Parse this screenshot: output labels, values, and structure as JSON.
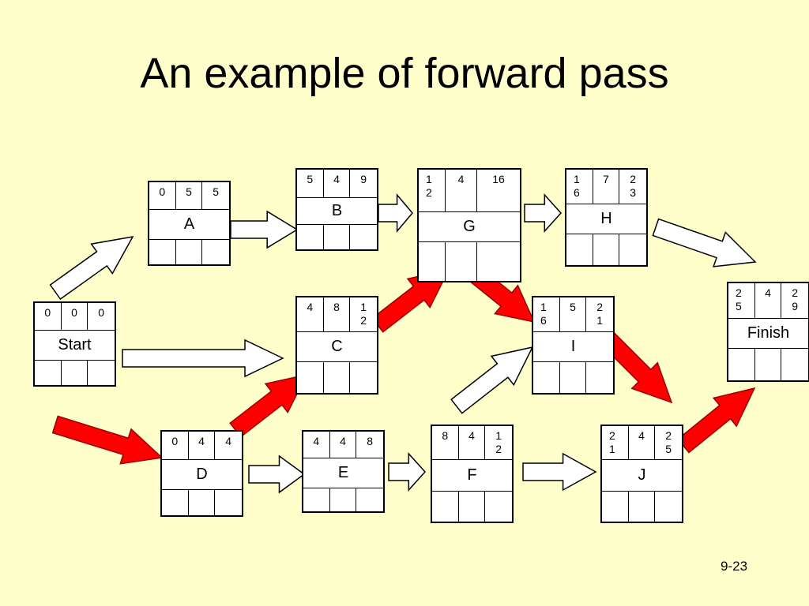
{
  "title": "An example of forward pass",
  "page_number": "9-23",
  "colors": {
    "background": "#ffffcc",
    "critical": "#ff0000",
    "normal": "#ffffff"
  },
  "nodes": [
    {
      "id": "start",
      "label": "Start",
      "es": "0",
      "dur": "0",
      "ef": "0"
    },
    {
      "id": "a",
      "label": "A",
      "es": "0",
      "dur": "5",
      "ef": "5"
    },
    {
      "id": "b",
      "label": "B",
      "es": "5",
      "dur": "4",
      "ef": "9"
    },
    {
      "id": "c",
      "label": "C",
      "es": "4",
      "dur": "8",
      "ef": "12"
    },
    {
      "id": "d",
      "label": "D",
      "es": "0",
      "dur": "4",
      "ef": "4"
    },
    {
      "id": "e",
      "label": "E",
      "es": "4",
      "dur": "4",
      "ef": "8"
    },
    {
      "id": "f",
      "label": "F",
      "es": "8",
      "dur": "4",
      "ef": "12"
    },
    {
      "id": "g",
      "label": "G",
      "es": "12",
      "dur": "4",
      "ef": "16"
    },
    {
      "id": "h",
      "label": "H",
      "es": "16",
      "dur": "7",
      "ef": "23"
    },
    {
      "id": "i",
      "label": "I",
      "es": "16",
      "dur": "5",
      "ef": "21"
    },
    {
      "id": "j",
      "label": "J",
      "es": "21",
      "dur": "4",
      "ef": "25"
    },
    {
      "id": "finish",
      "label": "Finish",
      "es": "25",
      "dur": "4",
      "ef": "29"
    }
  ],
  "arrows": [
    {
      "from": "start",
      "to": "a",
      "critical": false
    },
    {
      "from": "start",
      "to": "c",
      "critical": false
    },
    {
      "from": "start",
      "to": "d",
      "critical": true
    },
    {
      "from": "a",
      "to": "b",
      "critical": false
    },
    {
      "from": "b",
      "to": "g",
      "critical": false
    },
    {
      "from": "c",
      "to": "g",
      "critical": true
    },
    {
      "from": "d",
      "to": "c",
      "critical": true
    },
    {
      "from": "d",
      "to": "e",
      "critical": false
    },
    {
      "from": "e",
      "to": "f",
      "critical": false
    },
    {
      "from": "f",
      "to": "i",
      "critical": false
    },
    {
      "from": "f",
      "to": "j",
      "critical": false
    },
    {
      "from": "g",
      "to": "h",
      "critical": false
    },
    {
      "from": "g",
      "to": "i",
      "critical": true
    },
    {
      "from": "h",
      "to": "finish",
      "critical": false
    },
    {
      "from": "i",
      "to": "j",
      "critical": true
    },
    {
      "from": "j",
      "to": "finish",
      "critical": true
    }
  ]
}
